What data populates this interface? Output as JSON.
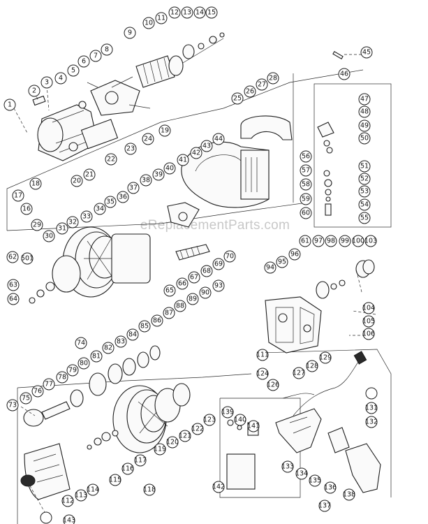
{
  "watermark": "eReplacementParts.com",
  "callouts": [
    "1",
    "2",
    "3",
    "4",
    "5",
    "6",
    "7",
    "8",
    "9",
    "10",
    "11",
    "12",
    "13",
    "14",
    "15",
    "16",
    "17",
    "18",
    "19",
    "20",
    "21",
    "22",
    "23",
    "24",
    "25",
    "26",
    "27",
    "28",
    "29",
    "30",
    "31",
    "32",
    "33",
    "34",
    "35",
    "36",
    "37",
    "38",
    "39",
    "40",
    "41",
    "42",
    "43",
    "44",
    "45",
    "46",
    "47",
    "48",
    "49",
    "50",
    "51",
    "52",
    "53",
    "54",
    "55",
    "56",
    "57",
    "58",
    "59",
    "60",
    "61",
    "62",
    "501",
    "63",
    "64",
    "65",
    "66",
    "67",
    "68",
    "69",
    "70",
    "73",
    "74",
    "75",
    "76",
    "77",
    "78",
    "79",
    "80",
    "81",
    "82",
    "83",
    "84",
    "85",
    "86",
    "87",
    "88",
    "89",
    "90",
    "93",
    "94",
    "95",
    "96",
    "97",
    "98",
    "99",
    "100",
    "103",
    "104",
    "105",
    "106",
    "111",
    "112",
    "113",
    "114",
    "115",
    "116",
    "117",
    "118",
    "119",
    "120",
    "121",
    "122",
    "123",
    "124",
    "126",
    "127",
    "128",
    "129",
    "131",
    "132",
    "133",
    "134",
    "135",
    "136",
    "137",
    "138",
    "139",
    "140",
    "141",
    "142",
    "143"
  ]
}
